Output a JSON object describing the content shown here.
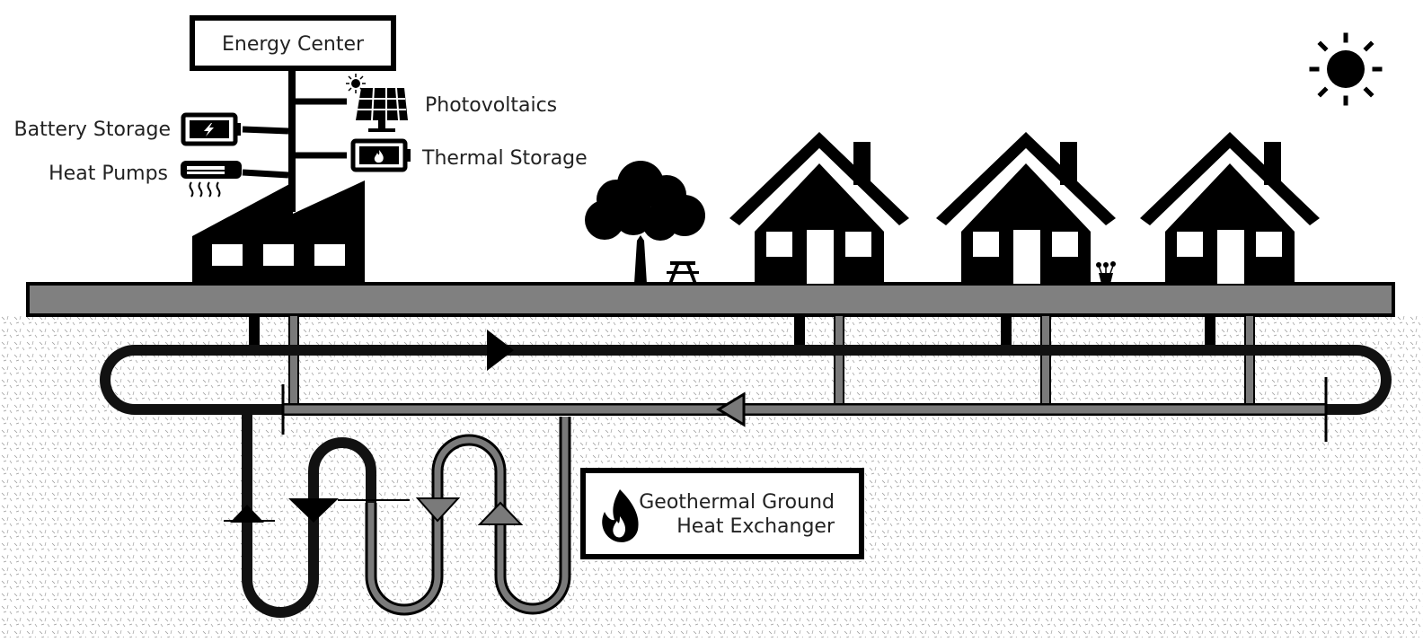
{
  "energy_center": {
    "title": "Energy Center"
  },
  "components": {
    "photovoltaics": "Photovoltaics",
    "thermal_storage": "Thermal Storage",
    "battery_storage": "Battery Storage",
    "heat_pumps": "Heat Pumps"
  },
  "exchanger": {
    "line1": "Geothermal Ground",
    "line2": "Heat Exchanger"
  },
  "icons": [
    "sun-icon",
    "solar-panel-icon",
    "battery-icon",
    "thermal-battery-icon",
    "heat-pump-icon",
    "tree-icon",
    "picnic-table-icon",
    "house-icon",
    "flower-pot-icon",
    "flame-icon",
    "flow-arrow-icon"
  ],
  "colors": {
    "ground": "#808080",
    "supply_pipe": "#111111",
    "return_pipe": "#7a7a7a",
    "text": "#222222"
  }
}
